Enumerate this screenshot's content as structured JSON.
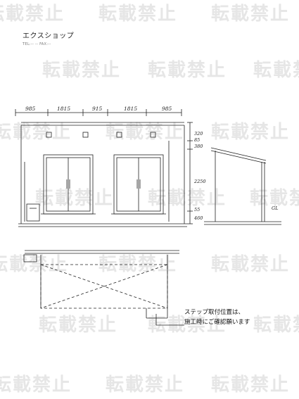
{
  "header": {
    "shop_name": "エクスショップ",
    "shop_sub": "TEL:-- -- FAX:--"
  },
  "watermark": {
    "text": "転載禁止"
  },
  "dimensions": {
    "horizontal": [
      "985",
      "1815",
      "915",
      "1815",
      "985"
    ],
    "vertical": [
      "320",
      "380",
      "85",
      "2250",
      "55",
      "460"
    ],
    "ground_marker": "GL"
  },
  "note": {
    "line1": "ステップ取付位置は、",
    "line2": "施工時にご確認願います"
  },
  "colors": {
    "line": "#222222",
    "watermark": "#e6e6e6"
  }
}
